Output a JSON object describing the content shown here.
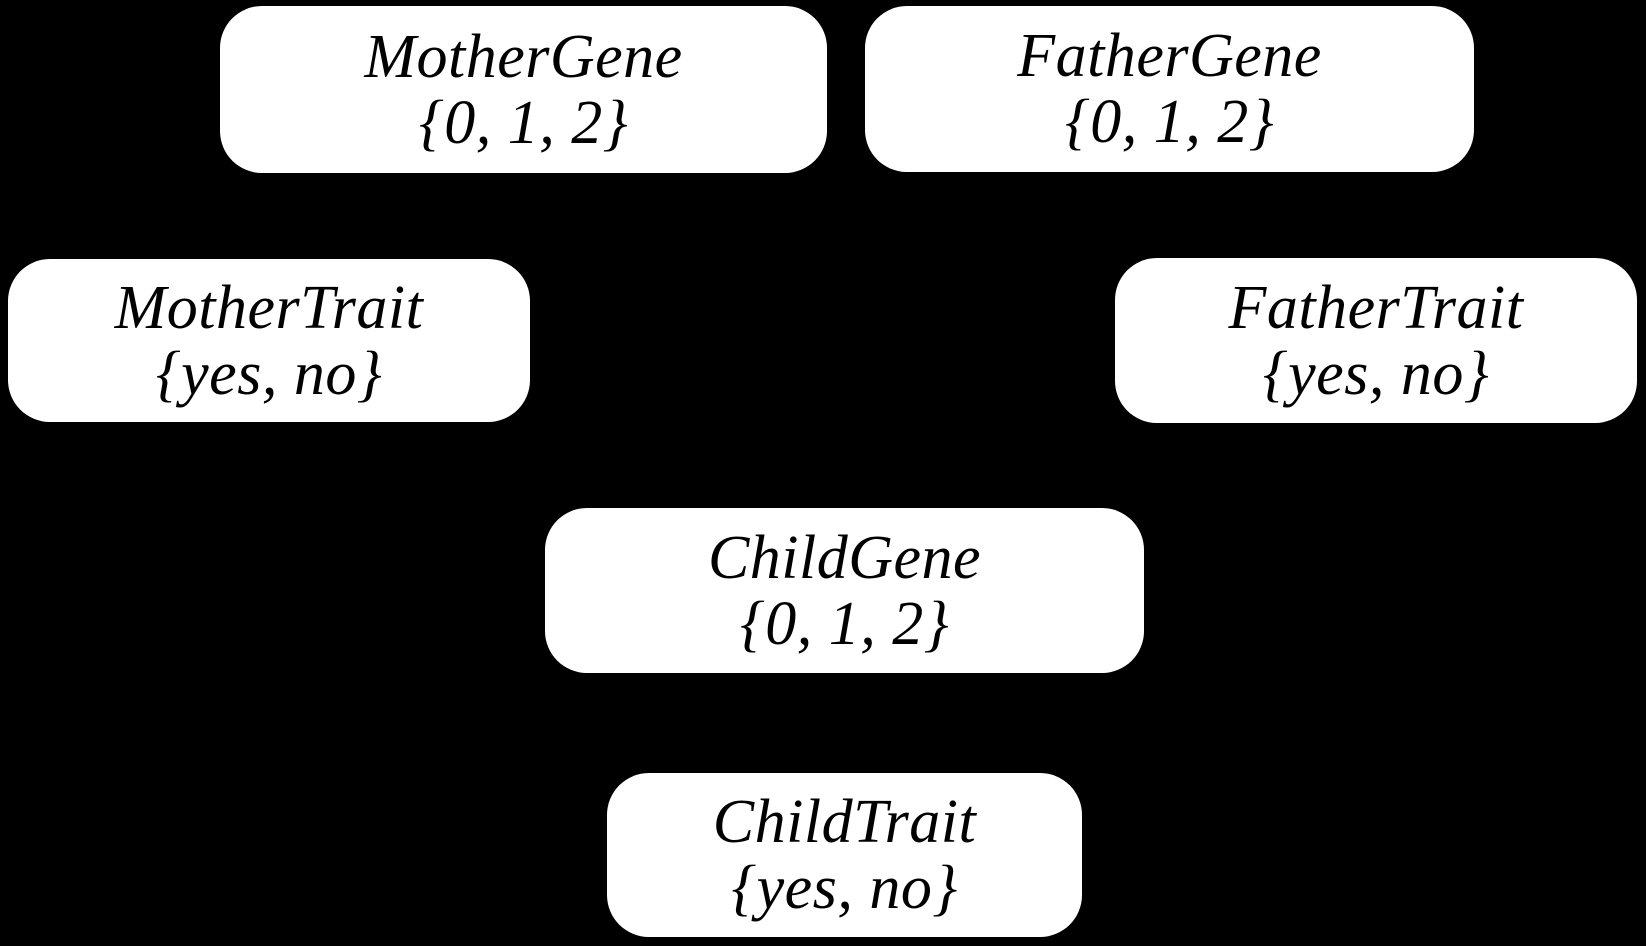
{
  "diagram": {
    "background_color": "#000000",
    "node_fill_color": "#ffffff",
    "node_text_color": "#000000",
    "nodes": [
      {
        "id": "mother-gene",
        "label": "MotherGene",
        "domain": "{0, 1, 2}"
      },
      {
        "id": "father-gene",
        "label": "FatherGene",
        "domain": "{0, 1, 2}"
      },
      {
        "id": "mother-trait",
        "label": "MotherTrait",
        "domain": "{yes, no}"
      },
      {
        "id": "father-trait",
        "label": "FatherTrait",
        "domain": "{yes, no}"
      },
      {
        "id": "child-gene",
        "label": "ChildGene",
        "domain": "{0, 1, 2}"
      },
      {
        "id": "child-trait",
        "label": "ChildTrait",
        "domain": "{yes, no}"
      }
    ]
  }
}
